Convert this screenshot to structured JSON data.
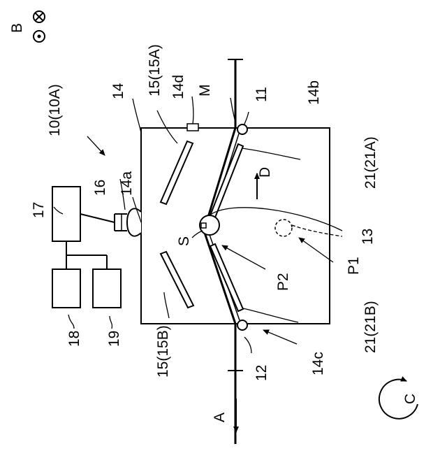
{
  "labels": {
    "l10": "10(10A)",
    "l14": "14",
    "l15A": "15(15A)",
    "l14d": "14d",
    "lM": "M",
    "l11": "11",
    "l14b": "14b",
    "l21A": "21(21A)",
    "lD": "D",
    "l13": "13",
    "lP1": "P1",
    "lP2": "P2",
    "l21B": "21(21B)",
    "l14c": "14c",
    "l12": "12",
    "lA": "A",
    "l15B": "15(15B)",
    "lS": "S",
    "l14a": "14a",
    "l16": "16",
    "l17": "17",
    "l18": "18",
    "l19": "19",
    "lB": "B",
    "lC": "C"
  }
}
